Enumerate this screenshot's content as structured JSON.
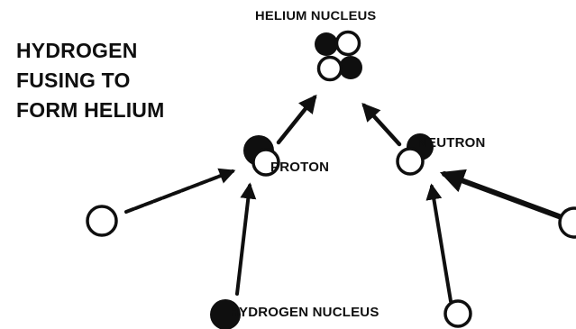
{
  "title": {
    "lines": [
      "HYDROGEN",
      "FUSING TO",
      "FORM HELIUM"
    ]
  },
  "labels": {
    "helium_nucleus": "HELIUM NUCLEUS",
    "proton": "PROTON",
    "neutron": "NEUTRON",
    "hydrogen_nucleus": "HYDROGEN NUCLEUS"
  },
  "colors": {
    "ink": "#0f0f0f",
    "background": "#ffffff"
  }
}
